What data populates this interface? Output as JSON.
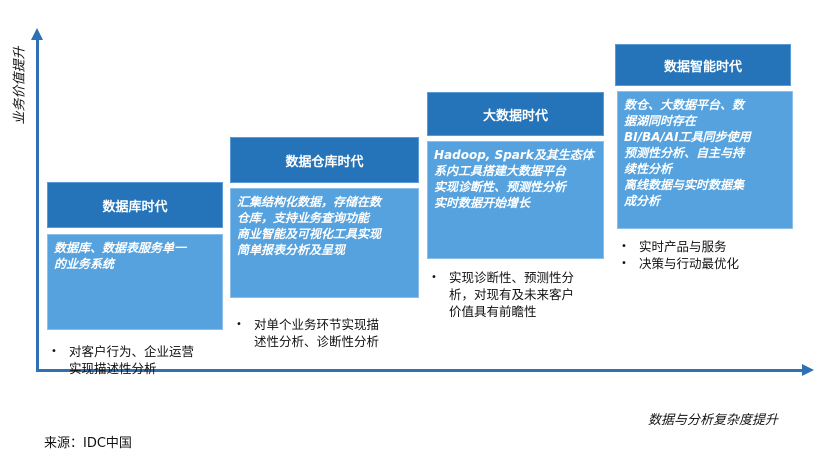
{
  "axes": {
    "y_label": "业务价值提升",
    "x_label": "数据与分析复杂度提升"
  },
  "source": "来源：IDC中国",
  "eras": [
    {
      "title": "数据库时代",
      "body": [
        "数据库、数据表服务单一",
        "的业务系统"
      ],
      "bullets": [
        [
          "对客户行为、企业运营",
          "实现描述性分析"
        ]
      ]
    },
    {
      "title": "数据仓库时代",
      "body": [
        "汇集结构化数据，存储在数",
        "仓库，支持业务查询功能",
        "商业智能及可视化工具实现",
        "简单报表分析及呈现"
      ],
      "bullets": [
        [
          "对单个业务环节实现描",
          "述性分析、诊断性分析"
        ]
      ]
    },
    {
      "title": "大数据时代",
      "body": [
        "Hadoop, Spark及其生态体",
        "系内工具搭建大数据平台",
        "实现诊断性、预测性分析",
        "实时数据开始增长"
      ],
      "bullets": [
        [
          "实现诊断性、预测性分",
          "析，对现有及未来客户",
          "价值具有前瞻性"
        ]
      ]
    },
    {
      "title": "数据智能时代",
      "body": [
        "数仓、大数据平台、数",
        "据湖同时存在",
        "BI/BA/AI工具同步使用",
        "预测性分析、自主与持",
        "续性分析",
        "离线数据与实时数据集",
        "成分析"
      ],
      "bullets": [
        [
          "实时产品与服务"
        ],
        [
          "决策与行动最优化"
        ]
      ]
    }
  ]
}
